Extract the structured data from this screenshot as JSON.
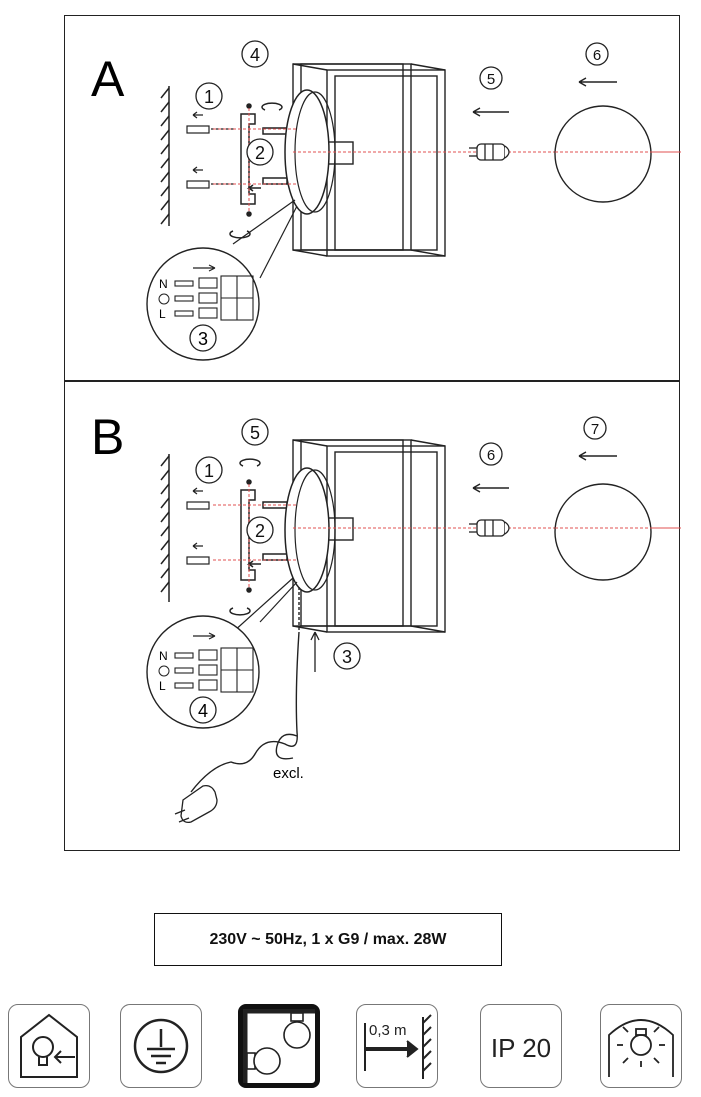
{
  "panels": [
    {
      "letter": "A",
      "steps": [
        "1",
        "2",
        "3",
        "4",
        "5",
        "6"
      ],
      "wiring_labels": [
        "N",
        "L"
      ]
    },
    {
      "letter": "B",
      "steps": [
        "1",
        "2",
        "3",
        "4",
        "5",
        "6",
        "7"
      ],
      "wiring_labels": [
        "N",
        "L"
      ],
      "cable_note": "excl."
    }
  ],
  "spec": "230V ~ 50Hz, 1 x G9 / max. 28W",
  "icons": [
    {
      "name": "indoor-use-icon"
    },
    {
      "name": "protection-class-earth-icon"
    },
    {
      "name": "wall-ceiling-mount-icon"
    },
    {
      "name": "min-distance-icon",
      "label": "0,3 m"
    },
    {
      "name": "ip-rating-icon",
      "label": "IP 20"
    },
    {
      "name": "bulb-replaceable-icon"
    }
  ],
  "colors": {
    "guide_line": "#e05050",
    "stroke": "#222222"
  }
}
